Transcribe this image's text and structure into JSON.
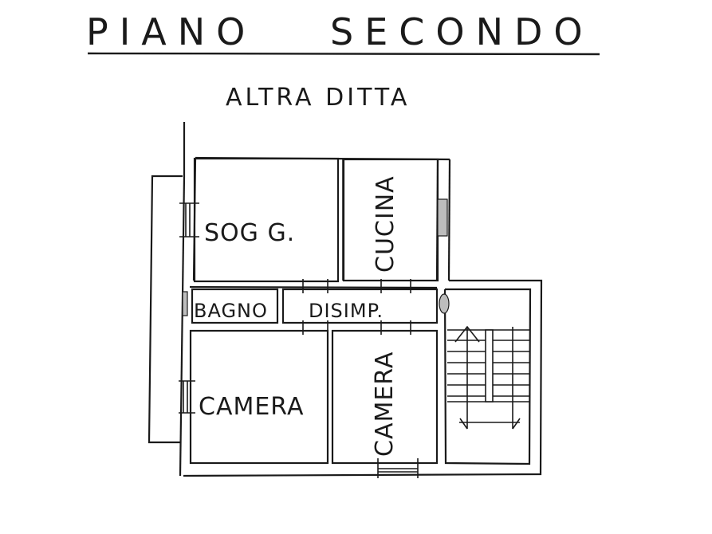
{
  "header": {
    "title_left": "PIANO",
    "title_right": "SECONDO",
    "subtitle": "ALTRA DITTA"
  },
  "rooms": {
    "living": "SOG G.",
    "kitchen": "CUCINA",
    "bathroom": "BAGNO",
    "hallway": "DISIMP.",
    "bedroom_1": "CAMERA",
    "bedroom_2": "CAMERA"
  },
  "colors": {
    "ink": "#1a1a1a",
    "paper": "#ffffff"
  }
}
